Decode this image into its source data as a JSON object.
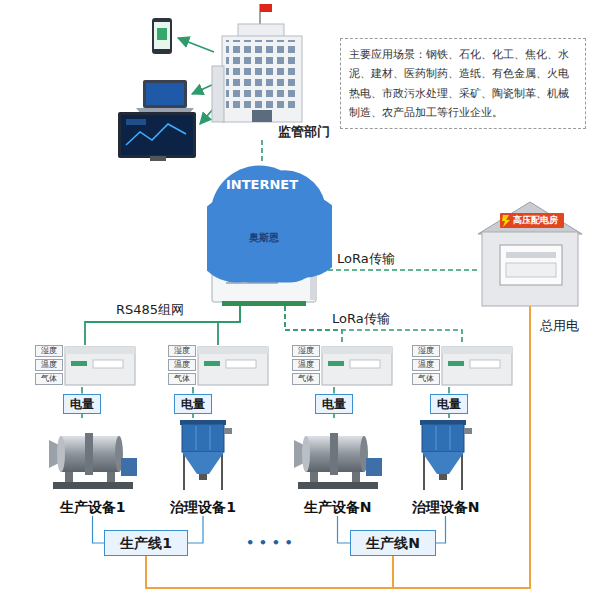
{
  "diagram": {
    "nodes": [
      {
        "text": [
          "监管部门"
        ]
      },
      {
        "text": [
          "主要应用场景：钢铁、石化、化工、焦化、水泥、建材、医药制药、造纸、有色金属、火电热电、市政污水处理、采矿、陶瓷制革、机械制造、农产品加工等行业企业。"
        ]
      },
      {
        "text": [
          "INTERNET"
        ]
      },
      {
        "text": [
          "奥斯恩"
        ]
      },
      {
        "text": [
          "高压配电房"
        ]
      },
      {
        "text": [
          "湿度",
          "温度",
          "气体"
        ]
      },
      {
        "text": [
          "湿度",
          "温度",
          "气体"
        ]
      },
      {
        "text": [
          "湿度",
          "温度",
          "气体"
        ]
      },
      {
        "text": [
          "湿度",
          "温度",
          "气体"
        ]
      },
      {
        "text": [
          "电量"
        ]
      },
      {
        "text": [
          "电量"
        ]
      },
      {
        "text": [
          "电量"
        ]
      },
      {
        "text": [
          "电量"
        ]
      },
      {
        "text": [
          "生产设备1"
        ]
      },
      {
        "text": [
          "治理设备1"
        ]
      },
      {
        "text": [
          "生产设备N"
        ]
      },
      {
        "text": [
          "治理设备N"
        ]
      },
      {
        "text": [
          "生产线1"
        ]
      },
      {
        "text": [
          "生产线N"
        ]
      }
    ],
    "edges": [
      {
        "from": 0,
        "to": 2,
        "arrow": "none"
      },
      {
        "from": 2,
        "to": 3,
        "arrow": "none"
      },
      {
        "from": 3,
        "to": 4,
        "label": "LoRa传输",
        "arrow": "none"
      },
      {
        "from": 3,
        "to": 5,
        "label": "RS485组网",
        "arrow": "none"
      },
      {
        "from": 3,
        "to": 6,
        "arrow": "none"
      },
      {
        "from": 3,
        "to": 7,
        "label": "LoRa传输",
        "arrow": "none"
      },
      {
        "from": 3,
        "to": 8,
        "arrow": "none"
      },
      {
        "from": 5,
        "to": 9,
        "arrow": "none"
      },
      {
        "from": 6,
        "to": 10,
        "arrow": "none"
      },
      {
        "from": 7,
        "to": 11,
        "arrow": "none"
      },
      {
        "from": 8,
        "to": 12,
        "arrow": "none"
      },
      {
        "from": 9,
        "to": 13,
        "arrow": "none"
      },
      {
        "from": 10,
        "to": 14,
        "arrow": "none"
      },
      {
        "from": 11,
        "to": 15,
        "arrow": "none"
      },
      {
        "from": 12,
        "to": 16,
        "arrow": "none"
      },
      {
        "from": 13,
        "to": 17,
        "arrow": "none"
      },
      {
        "from": 14,
        "to": 17,
        "arrow": "none"
      },
      {
        "from": 15,
        "to": 18,
        "arrow": "none"
      },
      {
        "from": 16,
        "to": 18,
        "arrow": "none"
      },
      {
        "from": 4,
        "to": 17,
        "label": "总用电",
        "arrow": "none"
      },
      {
        "from": 4,
        "to": 18,
        "arrow": "none"
      }
    ],
    "labels": [
      "• • • •"
    ]
  }
}
